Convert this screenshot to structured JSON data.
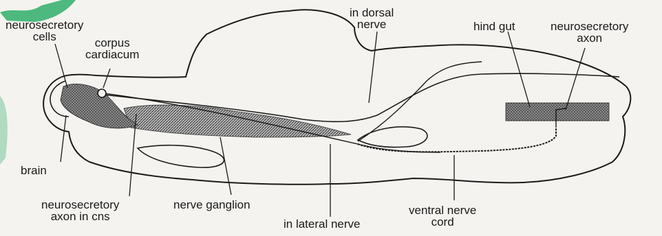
{
  "labels": {
    "neurosecretory_cells": [
      "neurosecretory",
      "cells"
    ],
    "corpus_cardiacum": [
      "corpus",
      "cardiacum"
    ],
    "dorsal_nerve": [
      "in dorsal",
      "nerve"
    ],
    "hind_gut": [
      "hind gut"
    ],
    "neurosecretory_axon": [
      "neurosecretory",
      "axon"
    ],
    "brain": [
      "brain"
    ],
    "axon_in_cns": [
      "neurosecretory",
      "axon in cns"
    ],
    "nerve_ganglion": [
      "nerve ganglion"
    ],
    "lateral_nerve": [
      "in lateral nerve"
    ],
    "ventral_nerve_cord": [
      "ventral nerve",
      "cord"
    ]
  },
  "colors": {
    "background": "#f4f3ef",
    "ink": "#1a1a1a",
    "shading": "#555555",
    "corner_mark": "#2fae6a"
  }
}
